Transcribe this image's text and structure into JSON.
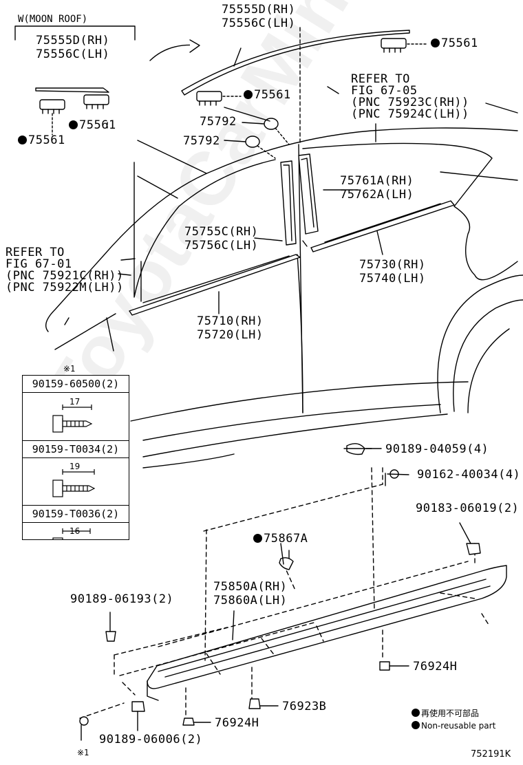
{
  "moon_roof_label": "W(MOON ROOF)",
  "watermark": "ToyotaCarMine.ru",
  "parts": {
    "roof_mold_inset_rh": "75555D(RH)",
    "roof_mold_inset_lh": "75556C(LH)",
    "roof_mold_top_rh": "75555D(RH)",
    "roof_mold_top_lh": "75556C(LH)",
    "clip_75561_a": "75561",
    "clip_75561_b": "75561",
    "clip_75561_c": "75561",
    "clip_75561_d": "75561",
    "clip_75792_a": "75792",
    "clip_75792_b": "75792",
    "pillar_rear_rh": "75761A(RH)",
    "pillar_rear_lh": "75762A(LH)",
    "pillar_front_rh": "75755C(RH)",
    "pillar_front_lh": "75756C(LH)",
    "belt_rear_rh": "75730(RH)",
    "belt_rear_lh": "75740(LH)",
    "belt_front_rh": "75710(RH)",
    "belt_front_lh": "75720(LH)",
    "rocker_rh": "75850A(RH)",
    "rocker_lh": "75860A(LH)",
    "clip_75867a": "75867A",
    "p_90189_04059": "90189-04059(4)",
    "p_90162_40034": "90162-40034(4)",
    "p_90183_06019": "90183-06019(2)",
    "p_90189_06193": "90189-06193(2)",
    "p_76924h_a": "76924H",
    "p_76924h_b": "76924H",
    "p_76923b": "76923B",
    "p_90189_06006": "90189-06006(2)"
  },
  "refers": {
    "rear": [
      "REFER TO",
      "FIG 67-05",
      "(PNC 75923C(RH))",
      "(PNC 75924C(LH))"
    ],
    "front": [
      "REFER TO",
      "FIG 67-01",
      "(PNC 75921C(RH))",
      "(PNC 75922M(LH))"
    ]
  },
  "screw_table": {
    "mark": "※1",
    "rows": [
      {
        "part": "90159-60500(2)",
        "length": "17"
      },
      {
        "part": "90159-T0034(2)",
        "length": "19"
      },
      {
        "part": "90159-T0036(2)",
        "length": "16"
      }
    ]
  },
  "bottom_mark": "※1",
  "legend": {
    "jp": "再使用不可部品",
    "en": "Non-reusable part"
  },
  "diagram_id": "752191K"
}
